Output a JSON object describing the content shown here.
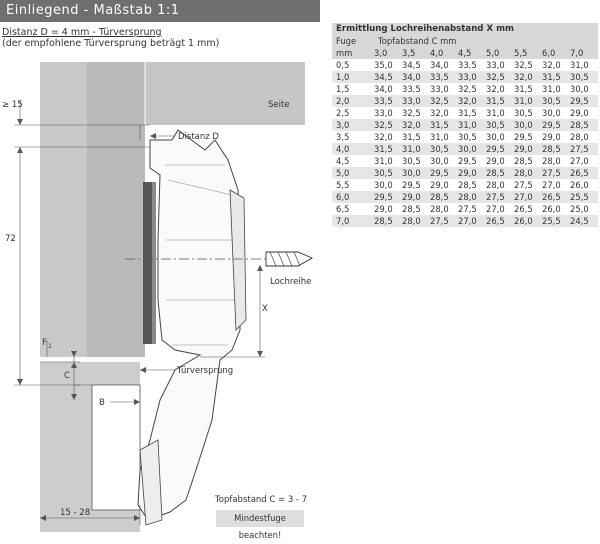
{
  "header": {
    "title": "Einliegend - Maßstab 1:1"
  },
  "intro": {
    "line1": "Distanz D = 4 mm - Türversprung",
    "line2": "(der empfohlene Türversprung beträgt 1 mm)"
  },
  "labels": {
    "seite": "Seite",
    "distanz_d": "Distanz D",
    "ge15": "≥ 15",
    "dim72": "72",
    "f": "F",
    "f_sub": "1",
    "c": "C",
    "b": "B",
    "x": "X",
    "lochreihe": "Lochreihe",
    "tuerversprung": "Türversprung",
    "dim15_28": "15 - 28",
    "topfabstand": "Topfabstand C = 3 - 7",
    "mindestfuge": "Mindestfuge beachten!"
  },
  "table": {
    "title": "Ermittlung Lochreihenabstand X mm",
    "header1": {
      "fuge": "Fuge",
      "topf": "Topfabstand C  mm"
    },
    "unit": "mm",
    "columns": [
      "3,0",
      "3,5",
      "4,0",
      "4,5",
      "5,0",
      "5,5",
      "6,0",
      "7,0"
    ],
    "rows": [
      {
        "fuge": "0,5",
        "values": [
          "35,0",
          "34,5",
          "34,0",
          "33,5",
          "33,0",
          "32,5",
          "32,0",
          "31,0"
        ]
      },
      {
        "fuge": "1,0",
        "values": [
          "34,5",
          "34,0",
          "33,5",
          "33,0",
          "32,5",
          "32,0",
          "31,5",
          "30,5"
        ]
      },
      {
        "fuge": "1,5",
        "values": [
          "34,0",
          "33,5",
          "33,0",
          "32,5",
          "32,0",
          "31,5",
          "31,0",
          "30,0"
        ]
      },
      {
        "fuge": "2,0",
        "values": [
          "33,5",
          "33,0",
          "32,5",
          "32,0",
          "31,5",
          "31,0",
          "30,5",
          "29,5"
        ]
      },
      {
        "fuge": "2,5",
        "values": [
          "33,0",
          "32,5",
          "32,0",
          "31,5",
          "31,0",
          "30,5",
          "30,0",
          "29,0"
        ]
      },
      {
        "fuge": "3,0",
        "values": [
          "32,5",
          "32,0",
          "31,5",
          "31,0",
          "30,5",
          "30,0",
          "29,5",
          "28,5"
        ]
      },
      {
        "fuge": "3,5",
        "values": [
          "32,0",
          "31,5",
          "31,0",
          "30,5",
          "30,0",
          "29,5",
          "29,0",
          "28,0"
        ]
      },
      {
        "fuge": "4,0",
        "values": [
          "31,5",
          "31,0",
          "30,5",
          "30,0",
          "29,5",
          "29,0",
          "28,5",
          "27,5"
        ]
      },
      {
        "fuge": "4,5",
        "values": [
          "31,0",
          "30,5",
          "30,0",
          "29,5",
          "29,0",
          "28,5",
          "28,0",
          "27,0"
        ]
      },
      {
        "fuge": "5,0",
        "values": [
          "30,5",
          "30,0",
          "29,5",
          "29,0",
          "28,5",
          "28,0",
          "27,5",
          "26,5"
        ]
      },
      {
        "fuge": "5,5",
        "values": [
          "30,0",
          "29,5",
          "29,0",
          "28,5",
          "28,0",
          "27,5",
          "27,0",
          "26,0"
        ]
      },
      {
        "fuge": "6,0",
        "values": [
          "29,5",
          "29,0",
          "28,5",
          "28,0",
          "27,5",
          "27,0",
          "26,5",
          "25,5"
        ]
      },
      {
        "fuge": "6,5",
        "values": [
          "29,0",
          "28,5",
          "28,0",
          "27,5",
          "27,0",
          "26,5",
          "26,0",
          "25,0"
        ]
      },
      {
        "fuge": "7,0",
        "values": [
          "28,5",
          "28,0",
          "27,5",
          "27,0",
          "26,5",
          "26,0",
          "25,5",
          "24,5"
        ]
      }
    ]
  }
}
